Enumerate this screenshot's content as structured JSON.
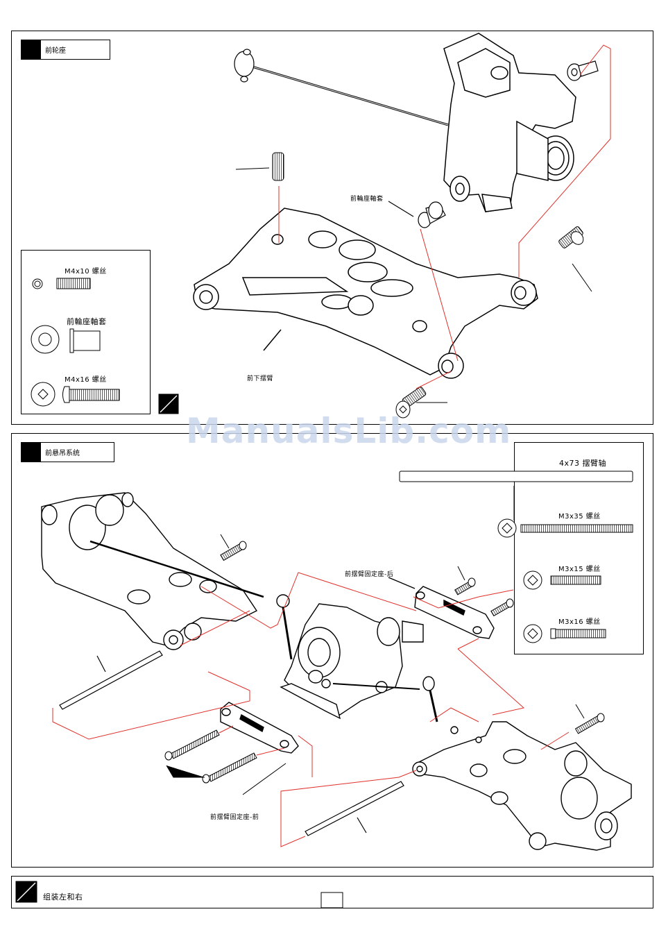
{
  "section1": {
    "title": "前轮座",
    "callouts": {
      "bushing": "前輪座軸套",
      "lower_arm": "前下摆臂"
    },
    "parts": [
      {
        "name": "M4x10 螺丝",
        "icon": "set-screw-icon"
      },
      {
        "name": "前輪座軸套",
        "icon": "bushing-icon"
      },
      {
        "name": "M4x16 螺丝",
        "icon": "button-head-screw-icon"
      }
    ]
  },
  "section2": {
    "title": "前悬吊系统",
    "callouts": {
      "rear_mount": "前摆臂固定座-后",
      "front_mount": "前摆臂固定座-前"
    },
    "parts": [
      {
        "name": "4x73 摆臂轴",
        "icon": "hinge-pin-icon"
      },
      {
        "name": "M3x35 螺丝",
        "icon": "flat-head-screw-icon"
      },
      {
        "name": "M3x15 螺丝",
        "icon": "flat-head-screw-icon"
      },
      {
        "name": "M3x16 螺丝",
        "icon": "button-head-screw-icon"
      }
    ]
  },
  "footer": {
    "text": "组装左和右"
  },
  "watermark": "ManualsLib.com",
  "colors": {
    "guide_line": "#e0302a",
    "watermark": "#c9d7ec"
  }
}
